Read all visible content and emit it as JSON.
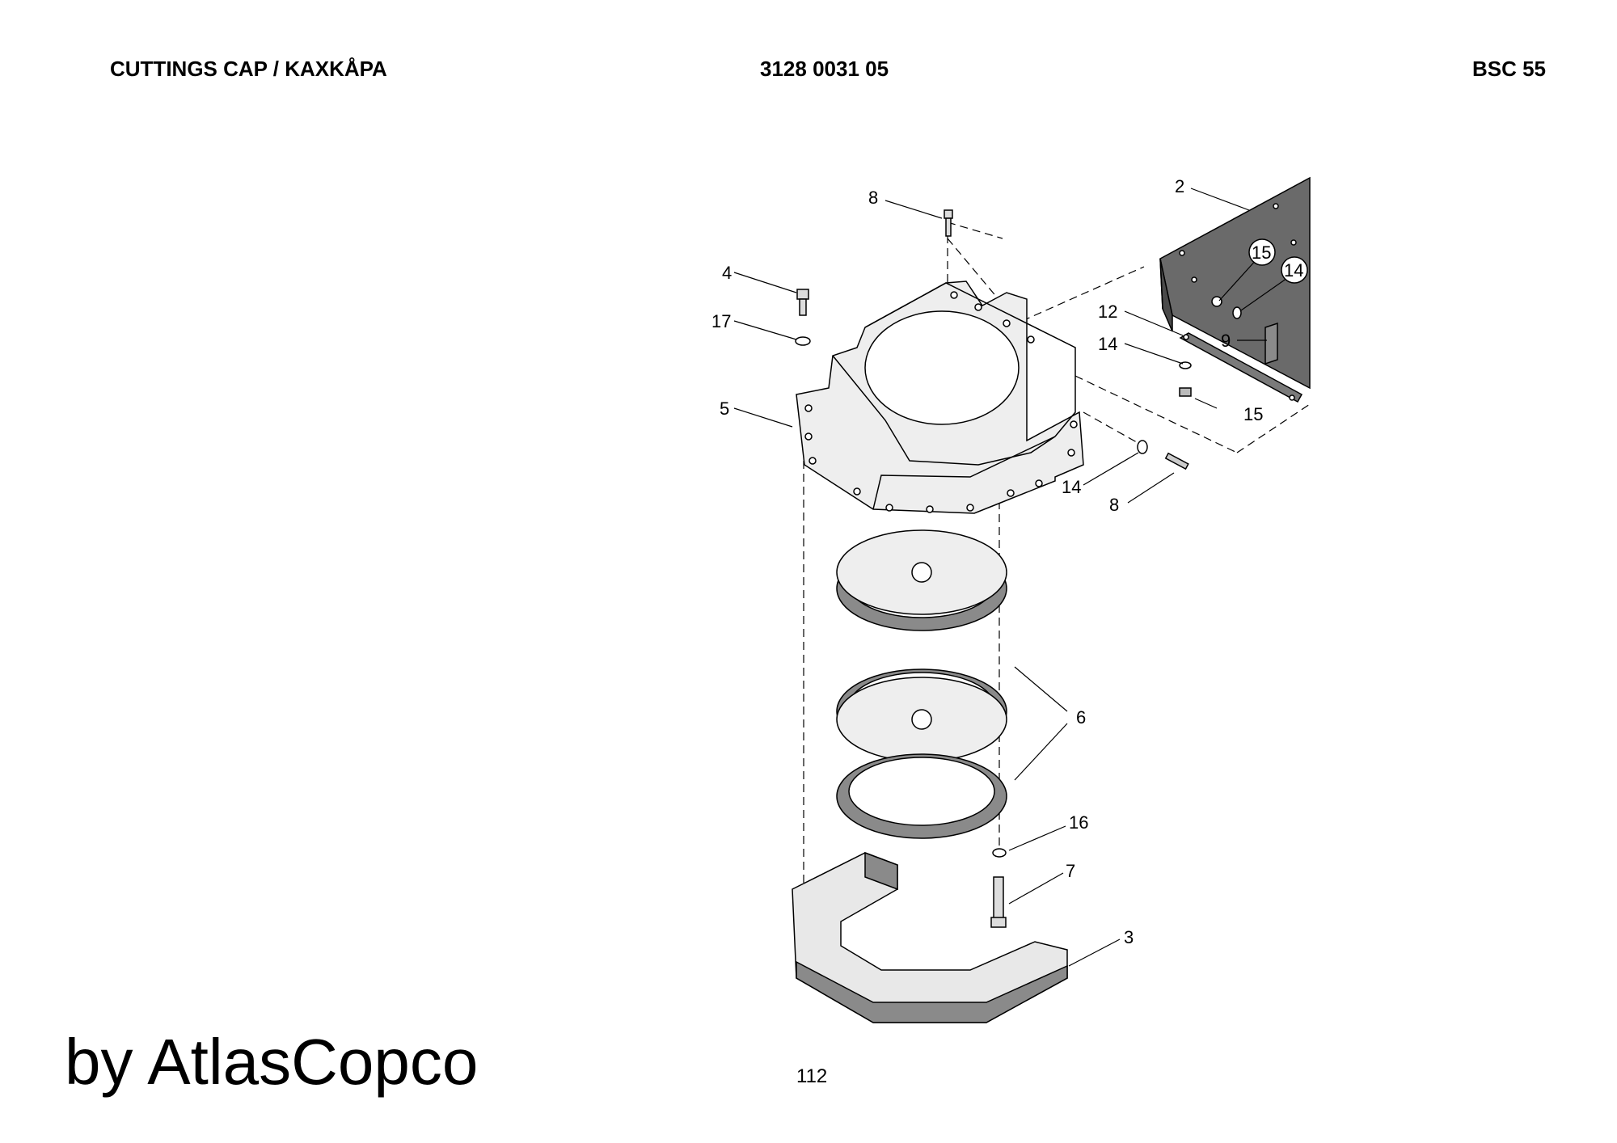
{
  "header": {
    "title": "CUTTINGS CAP / KAXKÅPA",
    "part_number": "3128 0031 05",
    "model": "BSC 55"
  },
  "callouts": {
    "c2": "2",
    "c15a": "15",
    "c14a": "14",
    "c12": "12",
    "c14b": "14",
    "c9": "9",
    "c15b": "15",
    "c8a": "8",
    "c4": "4",
    "c17": "17",
    "c5": "5",
    "c14c": "14",
    "c8b": "8",
    "c6": "6",
    "c16": "16",
    "c7": "7",
    "c3": "3"
  },
  "footer": {
    "brand": "by AtlasCopco",
    "page": "112"
  }
}
